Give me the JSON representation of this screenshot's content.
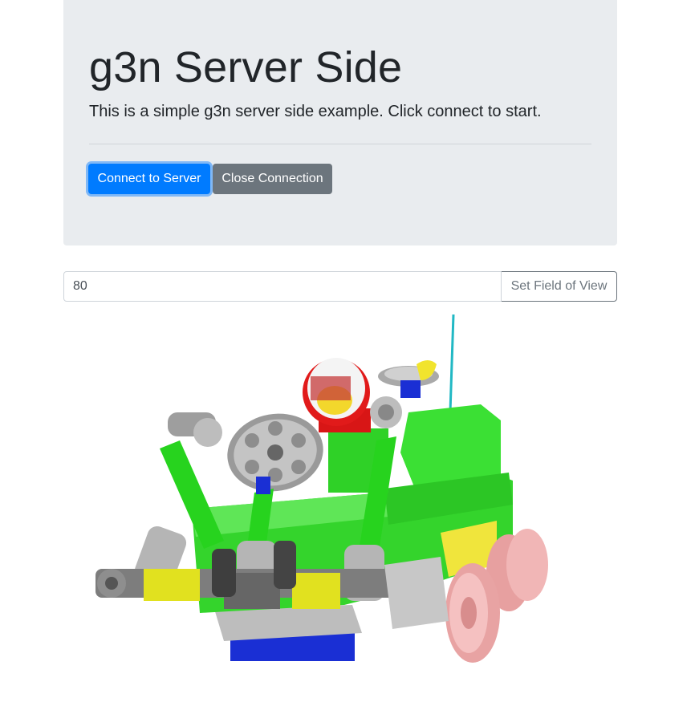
{
  "header": {
    "title": "g3n Server Side",
    "lead": "This is a simple g3n server side example. Click connect to start."
  },
  "buttons": {
    "connect_label": "Connect to Server",
    "close_label": "Close Connection"
  },
  "fov": {
    "value": "80",
    "button_label": "Set Field of View"
  },
  "colors": {
    "jumbotron_bg": "#e9ecef",
    "primary": "#007bff",
    "secondary": "#6c757d"
  },
  "scene": {
    "description_icon": "lego-vehicle-3d-render"
  }
}
